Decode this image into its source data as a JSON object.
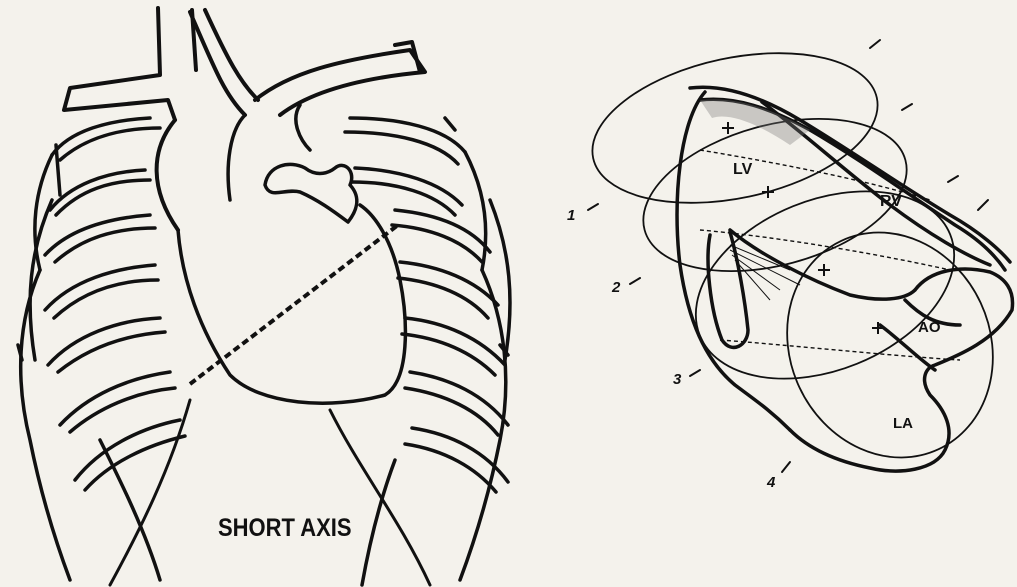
{
  "left_figure": {
    "caption": "SHORT AXIS"
  },
  "right_figure": {
    "chamber_labels": {
      "lv": "LV",
      "rv": "RV",
      "ao": "AO",
      "la": "LA"
    },
    "plane_numbers": [
      "1",
      "2",
      "3",
      "4"
    ]
  }
}
